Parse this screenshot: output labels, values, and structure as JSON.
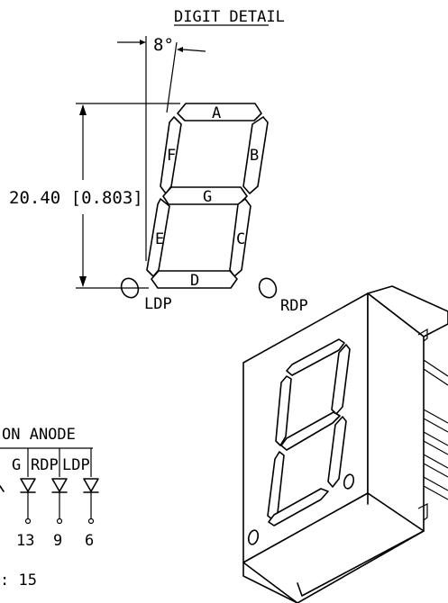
{
  "title": "DIGIT DETAIL",
  "angle_label": "8°",
  "height_dimension": "20.40 [0.803]",
  "segments": {
    "a": "A",
    "b": "B",
    "c": "C",
    "d": "D",
    "e": "E",
    "f": "F",
    "g": "G"
  },
  "left_dp_label": "LDP",
  "right_dp_label": "RDP",
  "circuit": {
    "header": "ON ANODE",
    "columns": [
      "G",
      "RDP",
      "LDP"
    ],
    "pins": [
      "13",
      "9",
      "6"
    ],
    "common_pin_text": ": 15"
  }
}
